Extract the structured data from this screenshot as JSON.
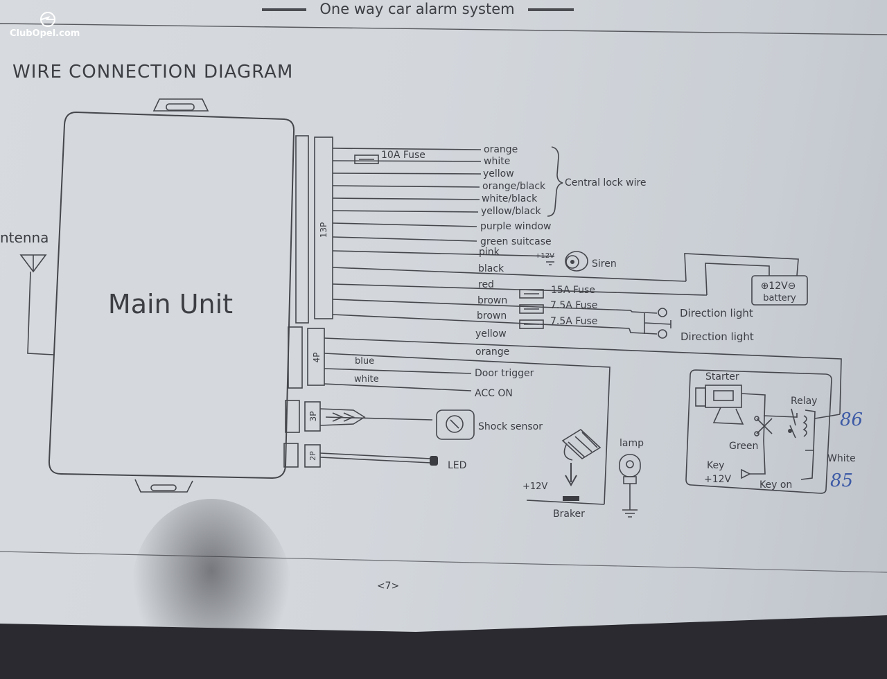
{
  "header": {
    "title": "One way car alarm system"
  },
  "section_title": "WIRE CONNECTION DIAGRAM",
  "watermark": "ClubOpel.com",
  "main_unit": {
    "label": "Main Unit"
  },
  "antenna": {
    "label": "ntenna"
  },
  "connectors": {
    "c13": "13P",
    "c4": "4P",
    "c3": "3P",
    "c2": "2P"
  },
  "fuses": {
    "f10": "10A Fuse",
    "f15": "15A  Fuse",
    "f75a": "7.5A Fuse",
    "f75b": "7.5A Fuse"
  },
  "wires_13p": [
    "orange",
    "white",
    "yellow",
    "orange/black",
    "white/black",
    "yellow/black",
    "purple window",
    "green suitcase",
    "pink",
    "black",
    "red",
    "brown",
    "brown"
  ],
  "wires_4p": [
    "yellow",
    "orange",
    "blue",
    "white"
  ],
  "targets": {
    "central_lock": "Central lock wire",
    "siren_plus": "+12V",
    "siren": "Siren",
    "battery_top": "⊕12V⊖",
    "battery": "battery",
    "direction1": "Direction light",
    "direction2": "Direction light",
    "door_trigger": "Door  trigger",
    "acc_on": "ACC ON",
    "shock_sensor": "Shock sensor",
    "led": "LED",
    "lamp": "lamp",
    "braker_plus": "+12V",
    "braker": "Braker"
  },
  "starter_box": {
    "starter": "Starter",
    "relay": "Relay",
    "green": "Green",
    "key": "Key",
    "key_plus": "+12V",
    "key_on": "Key on",
    "white": "White"
  },
  "handwritten": {
    "n86": "86",
    "n85": "85"
  },
  "page_number": "<7>"
}
